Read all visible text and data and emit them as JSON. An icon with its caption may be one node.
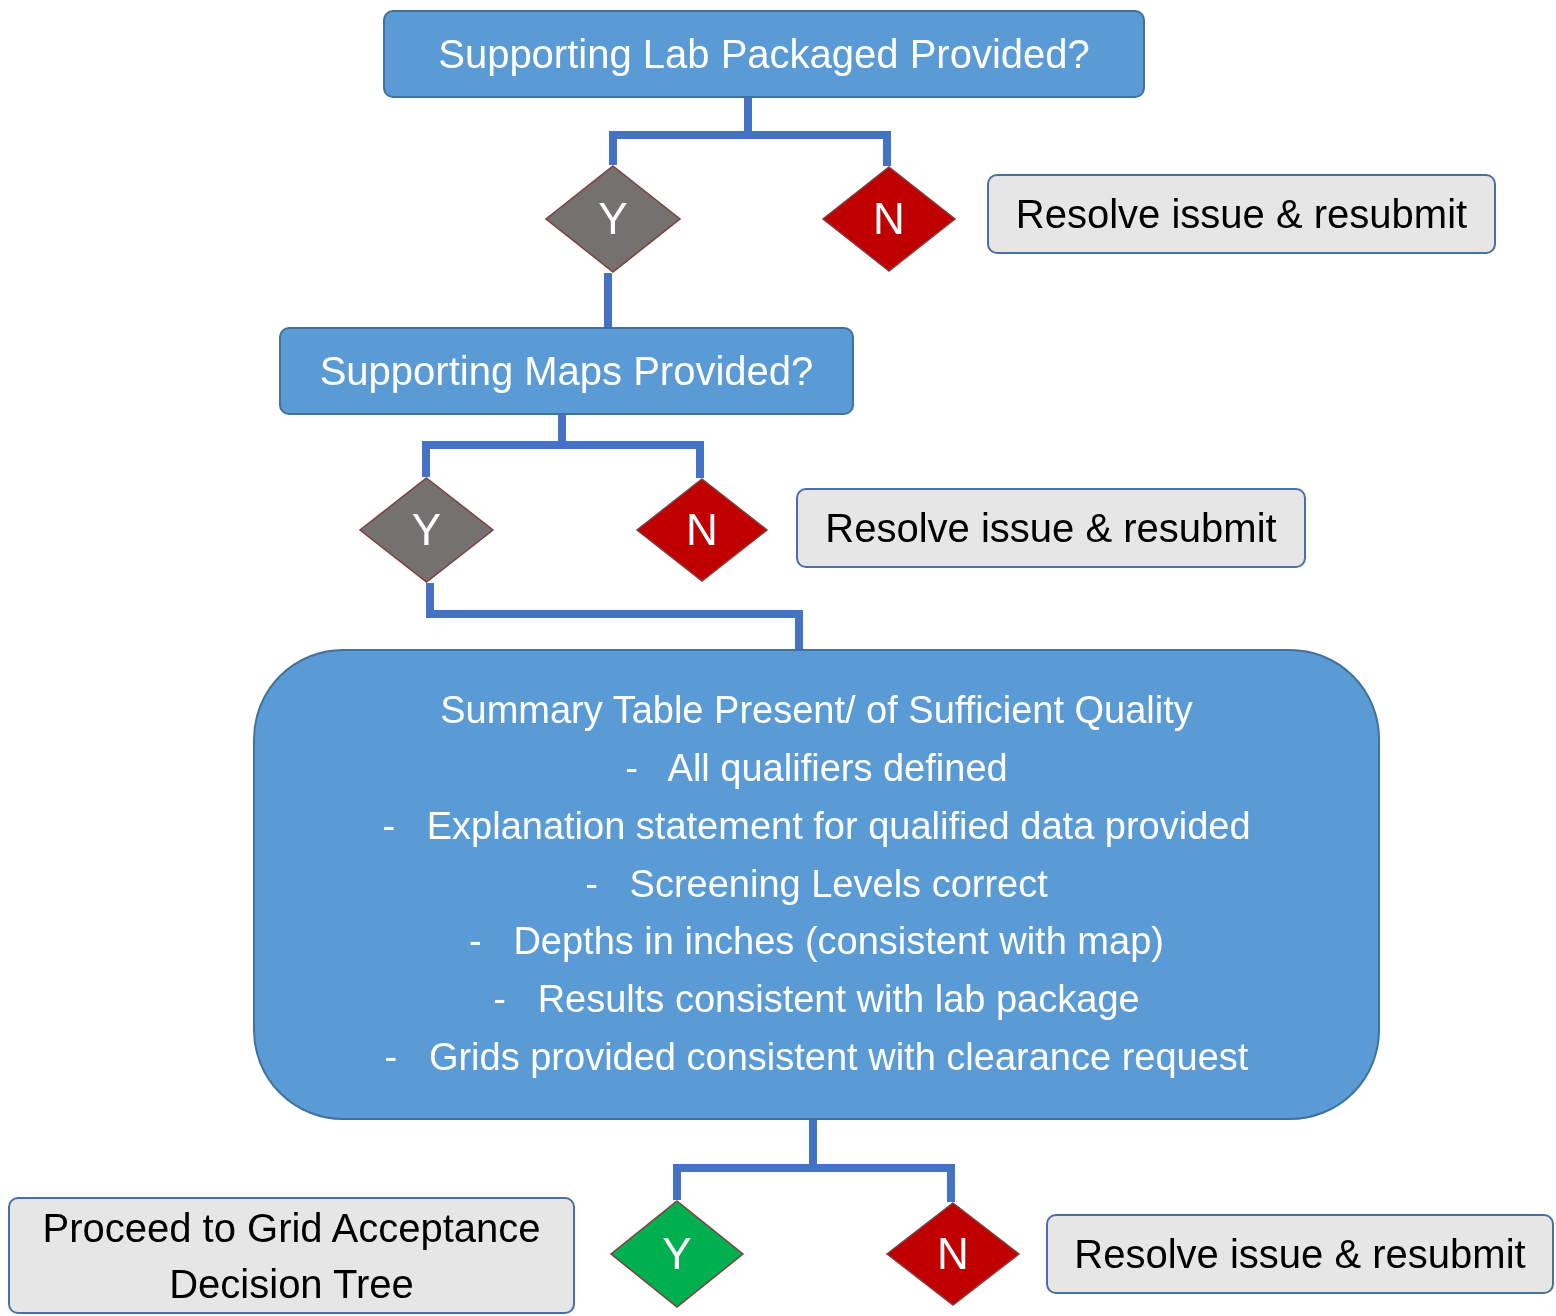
{
  "diagram": {
    "nodes": [
      {
        "text": [
          "Supporting Lab Packaged Provided?"
        ]
      },
      {
        "text": [
          "Y"
        ]
      },
      {
        "text": [
          "N"
        ]
      },
      {
        "text": [
          "Resolve issue & resubmit"
        ]
      },
      {
        "text": [
          "Supporting Maps Provided?"
        ]
      },
      {
        "text": [
          "Y"
        ]
      },
      {
        "text": [
          "N"
        ]
      },
      {
        "text": [
          "Resolve issue & resubmit"
        ]
      },
      {
        "text": [
          "Summary Table Present/ of Sufficient Quality",
          "-   All qualifiers defined",
          "-   Explanation statement for qualified data provided",
          "-   Screening Levels correct",
          "-   Depths in inches (consistent with map)",
          "-   Results consistent with lab package",
          "-   Grids provided consistent with clearance request"
        ]
      },
      {
        "text": [
          "Y"
        ]
      },
      {
        "text": [
          "N"
        ]
      },
      {
        "text": [
          "Proceed to Grid Acceptance Decision Tree"
        ]
      },
      {
        "text": [
          "Resolve issue & resubmit"
        ]
      }
    ],
    "edges": [
      {
        "from": 0,
        "to": 1,
        "arrow": "none"
      },
      {
        "from": 0,
        "to": 2,
        "arrow": "none"
      },
      {
        "from": 1,
        "to": 4,
        "arrow": "none"
      },
      {
        "from": 4,
        "to": 5,
        "arrow": "none"
      },
      {
        "from": 4,
        "to": 6,
        "arrow": "none"
      },
      {
        "from": 5,
        "to": 8,
        "arrow": "none"
      },
      {
        "from": 8,
        "to": 9,
        "arrow": "none"
      },
      {
        "from": 8,
        "to": 10,
        "arrow": "none"
      }
    ]
  }
}
